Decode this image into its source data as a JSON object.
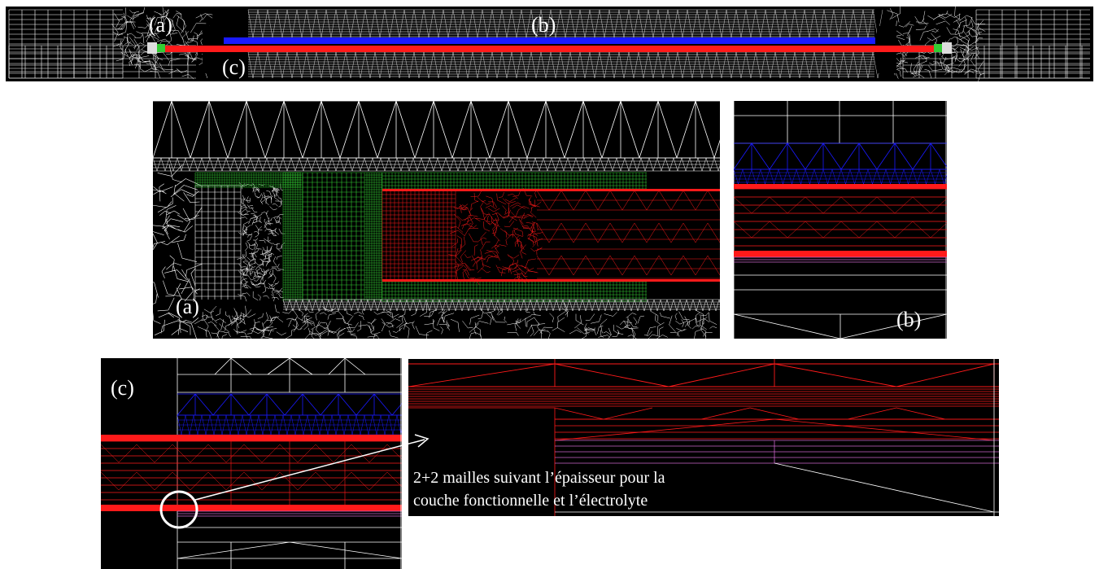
{
  "labels": {
    "a": "(a)",
    "b": "(b)",
    "c": "(c)"
  },
  "annotation": {
    "line1": "2+2 mailles suivant l’épaisseur pour la",
    "line2": "couche fonctionnelle et l’électrolyte"
  },
  "colors": {
    "background": "#000000",
    "mesh": "#ffffff",
    "dense_mesh": "#33cc33",
    "layer_a": "#ff1a1a",
    "layer_b": "#1a1aff",
    "layer_c": "#cc66cc"
  }
}
